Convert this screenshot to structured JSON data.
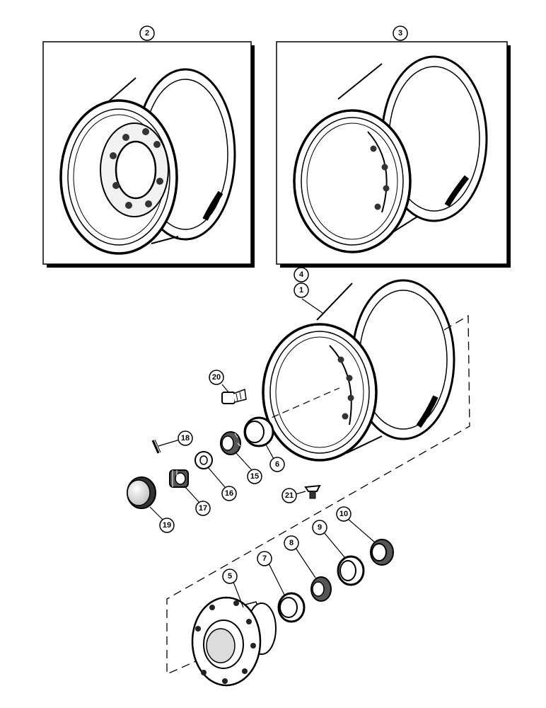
{
  "callouts": [
    {
      "id": "c2",
      "label": "2"
    },
    {
      "id": "c3",
      "label": "3"
    },
    {
      "id": "c4",
      "label": "4"
    },
    {
      "id": "c1",
      "label": "1"
    },
    {
      "id": "c20",
      "label": "20"
    },
    {
      "id": "c18",
      "label": "18"
    },
    {
      "id": "c6",
      "label": "6"
    },
    {
      "id": "c15",
      "label": "15"
    },
    {
      "id": "c16",
      "label": "16"
    },
    {
      "id": "c17",
      "label": "17"
    },
    {
      "id": "c19",
      "label": "19"
    },
    {
      "id": "c21",
      "label": "21"
    },
    {
      "id": "c10",
      "label": "10"
    },
    {
      "id": "c9",
      "label": "9"
    },
    {
      "id": "c8",
      "label": "8"
    },
    {
      "id": "c7",
      "label": "7"
    },
    {
      "id": "c5",
      "label": "5"
    }
  ]
}
